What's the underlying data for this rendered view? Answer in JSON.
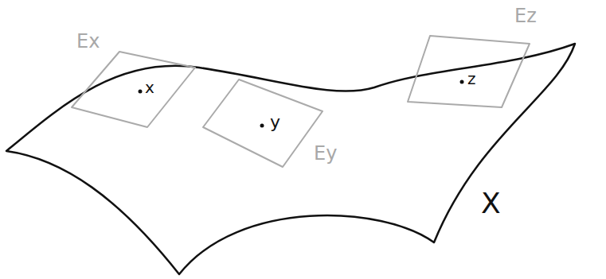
{
  "diagram": {
    "nodes": [
      {
        "text": [
          "Ex",
          "x"
        ]
      },
      {
        "text": [
          "y",
          "Ey"
        ]
      },
      {
        "text": [
          "Ez",
          "z"
        ]
      },
      {
        "text": [
          "X"
        ]
      }
    ]
  }
}
